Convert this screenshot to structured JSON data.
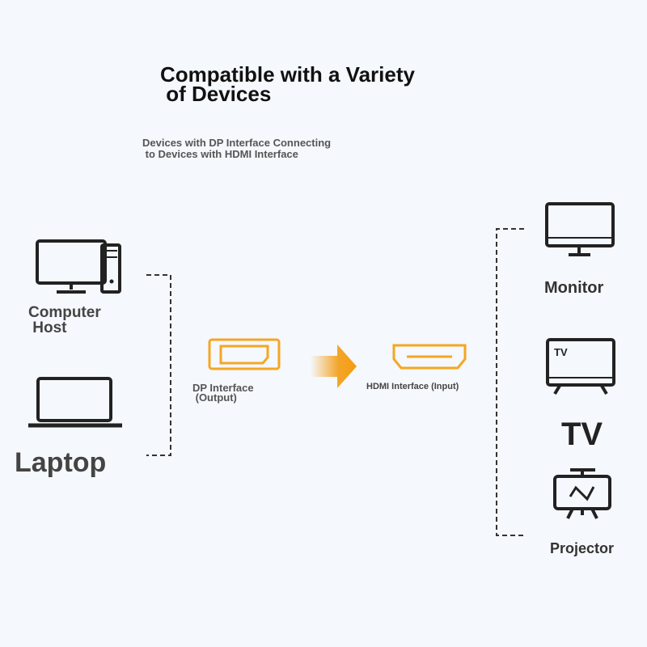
{
  "title": "Compatible with a Variety\n of Devices",
  "subtitle": "Devices with DP Interface Connecting\n to Devices with HDMI Interface",
  "devices_left": {
    "computer": {
      "label": "Computer\n Host",
      "icon": "desktop-computer-icon"
    },
    "laptop": {
      "label": "Laptop",
      "icon": "laptop-icon"
    }
  },
  "ports": {
    "dp": {
      "label": "DP Interface\n (Output)",
      "icon": "displayport-icon"
    },
    "hdmi": {
      "label": "HDMI Interface (Input)",
      "icon": "hdmi-port-icon"
    }
  },
  "devices_right": {
    "monitor": {
      "label": "Monitor",
      "icon": "monitor-icon"
    },
    "tv": {
      "label": "TV",
      "icon_text": "TV",
      "icon": "tv-icon"
    },
    "projector": {
      "label": "Projector",
      "icon": "projector-icon"
    }
  },
  "colors": {
    "port_orange": "#f5a623",
    "arrow_orange": "#f39c12",
    "icon_dark": "#222222",
    "dash": "#333333",
    "background": "#f5f8fc"
  }
}
